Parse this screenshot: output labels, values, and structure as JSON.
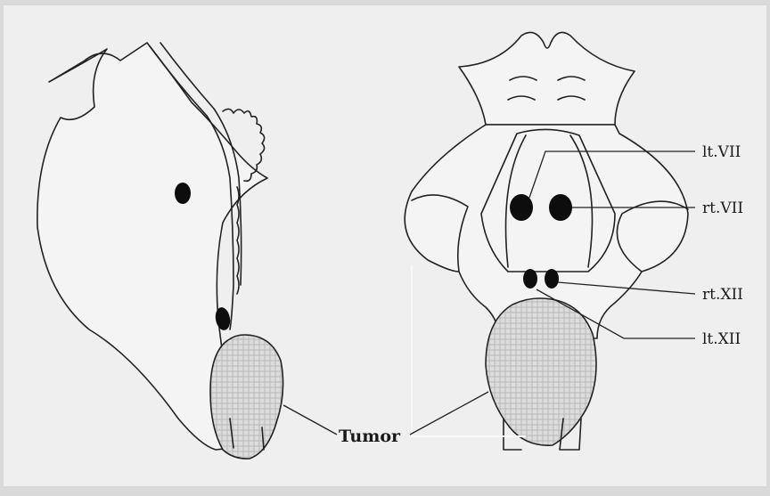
{
  "labels": {
    "lt_vii": "lt.VII",
    "rt_vii": "rt.VII",
    "rt_xii": "rt.XII",
    "lt_xii": "lt.XII",
    "tumor": "Tumor"
  },
  "colors": {
    "background": "#d9d9d9",
    "paper": "#efefef",
    "line": "#222222",
    "tumor_fill": "#d6d6d6",
    "nucleus": "#0d0d0d"
  }
}
